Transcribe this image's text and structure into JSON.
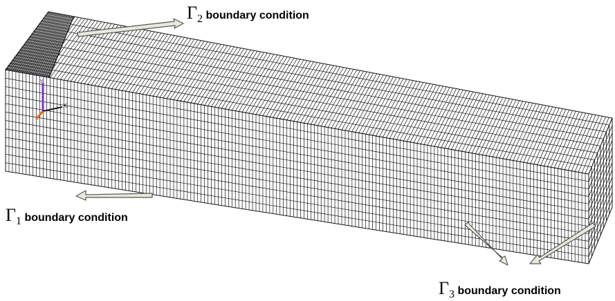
{
  "labels": {
    "gamma2": {
      "symbol": "Γ",
      "subscript": "2",
      "text": "boundary condition"
    },
    "gamma1": {
      "symbol": "Γ",
      "subscript": "1",
      "text": "boundary condition"
    },
    "gamma3": {
      "symbol": "Γ",
      "subscript": "3",
      "text": "boundary condition"
    }
  },
  "triad": {
    "y": "Y",
    "x": "X"
  },
  "colors": {
    "mesh_line": "#111111",
    "face_fill": "#ffffff",
    "dense_region": "#333333",
    "arrow_fill": "#e8e8dc",
    "arrow_stroke": "#555555",
    "axis_y": "#7b2fd6",
    "axis_x": "#1a1a1a",
    "axis_z": "#e06a1b"
  }
}
